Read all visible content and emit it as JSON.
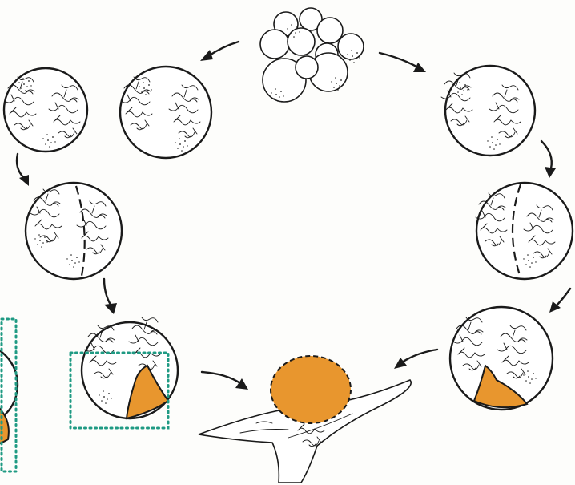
{
  "colors": {
    "orange": "#e8962e",
    "inset_box": "#1f9a83",
    "ink": "#1a1a1a"
  },
  "icons": [
    "cell-cluster",
    "embryo-sphere",
    "dashed-groove",
    "lip-pocket",
    "curved-arrow",
    "developing-embryo-on-base"
  ]
}
